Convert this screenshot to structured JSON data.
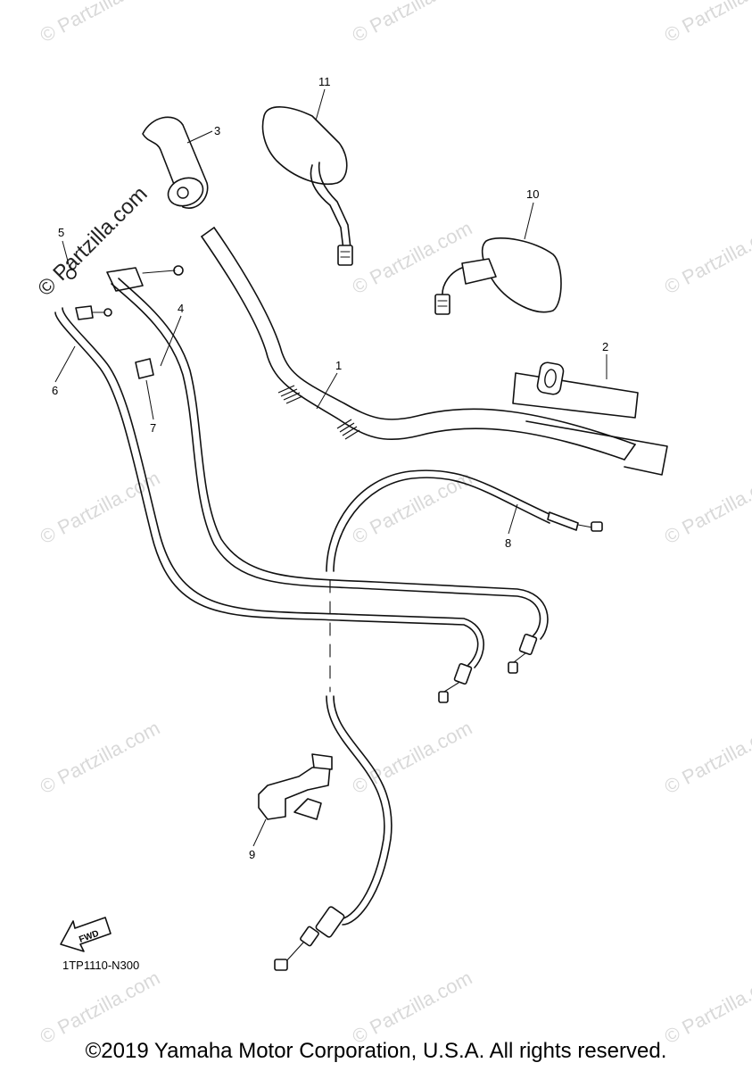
{
  "watermark": {
    "text": "© Partzilla.com"
  },
  "site_mark": {
    "text": "© Partzilla.com"
  },
  "callouts": {
    "p1": "1",
    "p2": "2",
    "p3": "3",
    "p4": "4",
    "p5": "5",
    "p6": "6",
    "p7": "7",
    "p8": "8",
    "p9": "9",
    "p10": "10",
    "p11": "11"
  },
  "fwd_label": "FWD",
  "diagram_code": "1TP1110-N300",
  "copyright": "©2019 Yamaha Motor Corporation, U.S.A. All rights reserved."
}
